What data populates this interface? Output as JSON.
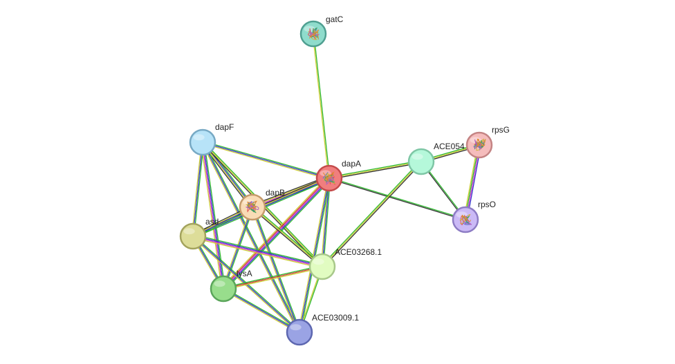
{
  "network": {
    "nodes": [
      {
        "id": "gatC",
        "label": "gatC",
        "color": "#8fdccc",
        "stroke": "#4f9f91",
        "structure": true
      },
      {
        "id": "dapF",
        "label": "dapF",
        "color": "#b7e3f8",
        "stroke": "#77a9c4",
        "structure": false
      },
      {
        "id": "dapA",
        "label": "dapA",
        "color": "#f07e7e",
        "stroke": "#c44b4b",
        "structure": true
      },
      {
        "id": "dapB",
        "label": "dapB",
        "color": "#f9dcb6",
        "stroke": "#c59a6b",
        "structure": true
      },
      {
        "id": "asd",
        "label": "asd",
        "color": "#dddd99",
        "stroke": "#a3a35d",
        "structure": false
      },
      {
        "id": "lysA",
        "label": "lysA",
        "color": "#98dd8c",
        "stroke": "#5aa55a",
        "structure": false
      },
      {
        "id": "ACE03268.1",
        "label": "ACE03268.1",
        "color": "#e1fcc1",
        "stroke": "#a8c88a",
        "structure": false
      },
      {
        "id": "ACE03009.1",
        "label": "ACE03009.1",
        "color": "#9aa3e4",
        "stroke": "#5d67b0",
        "structure": false
      },
      {
        "id": "ACE054",
        "label": "ACE054",
        "color": "#b5f8da",
        "stroke": "#7ec6a5",
        "structure": false
      },
      {
        "id": "rpsG",
        "label": "rpsG",
        "color": "#f5bcbc",
        "stroke": "#c48484",
        "structure": true
      },
      {
        "id": "rpsO",
        "label": "rpsO",
        "color": "#cbbaf6",
        "stroke": "#8d7cc4",
        "structure": true
      }
    ],
    "edges": [
      {
        "source": "gatC",
        "target": "dapA",
        "colors": [
          "#2eb82e",
          "#cccc33"
        ]
      },
      {
        "source": "dapF",
        "target": "dapA",
        "colors": [
          "#2eb82e",
          "#3333cc",
          "#cccc33"
        ]
      },
      {
        "source": "dapF",
        "target": "dapB",
        "colors": [
          "#2eb82e",
          "#3333cc",
          "#cccc33",
          "#333333"
        ]
      },
      {
        "source": "dapF",
        "target": "asd",
        "colors": [
          "#2eb82e",
          "#3333cc",
          "#cccc33"
        ]
      },
      {
        "source": "dapF",
        "target": "lysA",
        "colors": [
          "#2eb82e",
          "#3333cc",
          "#cc33cc",
          "#cccc33"
        ]
      },
      {
        "source": "dapF",
        "target": "ACE03268.1",
        "colors": [
          "#2eb82e",
          "#cccc33",
          "#333333"
        ]
      },
      {
        "source": "dapF",
        "target": "ACE03009.1",
        "colors": [
          "#2eb82e",
          "#3333cc",
          "#cccc33"
        ]
      },
      {
        "source": "dapA",
        "target": "dapB",
        "colors": [
          "#2eb82e",
          "#3333cc",
          "#cc33cc",
          "#cccc33",
          "#333333"
        ]
      },
      {
        "source": "dapA",
        "target": "asd",
        "colors": [
          "#2eb82e",
          "#3333cc",
          "#cccc33",
          "#333333"
        ]
      },
      {
        "source": "dapA",
        "target": "lysA",
        "colors": [
          "#2eb82e",
          "#3333cc",
          "#cc33cc",
          "#cc3333",
          "#cccc33"
        ]
      },
      {
        "source": "dapA",
        "target": "ACE03268.1",
        "colors": [
          "#2eb82e",
          "#3333cc",
          "#cccc33"
        ]
      },
      {
        "source": "dapA",
        "target": "ACE03009.1",
        "colors": [
          "#2eb82e",
          "#3333cc",
          "#cccc33"
        ]
      },
      {
        "source": "dapA",
        "target": "ACE054",
        "colors": [
          "#2eb82e",
          "#cccc33",
          "#333333"
        ]
      },
      {
        "source": "dapA",
        "target": "rpsO",
        "colors": [
          "#2eb82e",
          "#333333"
        ]
      },
      {
        "source": "dapB",
        "target": "asd",
        "colors": [
          "#2eb82e",
          "#3333cc",
          "#cccc33",
          "#333333"
        ]
      },
      {
        "source": "dapB",
        "target": "lysA",
        "colors": [
          "#2eb82e",
          "#3333cc",
          "#cccc33"
        ]
      },
      {
        "source": "dapB",
        "target": "ACE03268.1",
        "colors": [
          "#2eb82e",
          "#cccc33",
          "#333333"
        ]
      },
      {
        "source": "dapB",
        "target": "ACE03009.1",
        "colors": [
          "#2eb82e",
          "#3333cc",
          "#cccc33"
        ]
      },
      {
        "source": "asd",
        "target": "lysA",
        "colors": [
          "#2eb82e",
          "#3333cc",
          "#cccc33"
        ]
      },
      {
        "source": "asd",
        "target": "ACE03268.1",
        "colors": [
          "#2eb82e",
          "#3333cc",
          "#cc33cc",
          "#cccc33"
        ]
      },
      {
        "source": "asd",
        "target": "ACE03009.1",
        "colors": [
          "#2eb82e",
          "#3333cc",
          "#cccc33"
        ]
      },
      {
        "source": "lysA",
        "target": "ACE03268.1",
        "colors": [
          "#2eb82e",
          "#cc3333",
          "#cccc33"
        ]
      },
      {
        "source": "lysA",
        "target": "ACE03009.1",
        "colors": [
          "#2eb82e",
          "#3333cc",
          "#cccc33"
        ]
      },
      {
        "source": "ACE03268.1",
        "target": "ACE03009.1",
        "colors": [
          "#2eb82e",
          "#cccc33"
        ]
      },
      {
        "source": "ACE03268.1",
        "target": "ACE054",
        "colors": [
          "#2eb82e",
          "#cccc33",
          "#333333"
        ]
      },
      {
        "source": "ACE054",
        "target": "rpsG",
        "colors": [
          "#2eb82e",
          "#cccc33",
          "#333333"
        ]
      },
      {
        "source": "ACE054",
        "target": "rpsO",
        "colors": [
          "#2eb82e",
          "#333333"
        ]
      },
      {
        "source": "rpsG",
        "target": "rpsO",
        "colors": [
          "#3333cc",
          "#cc33cc",
          "#2eb82e",
          "#cccc33"
        ]
      }
    ]
  }
}
